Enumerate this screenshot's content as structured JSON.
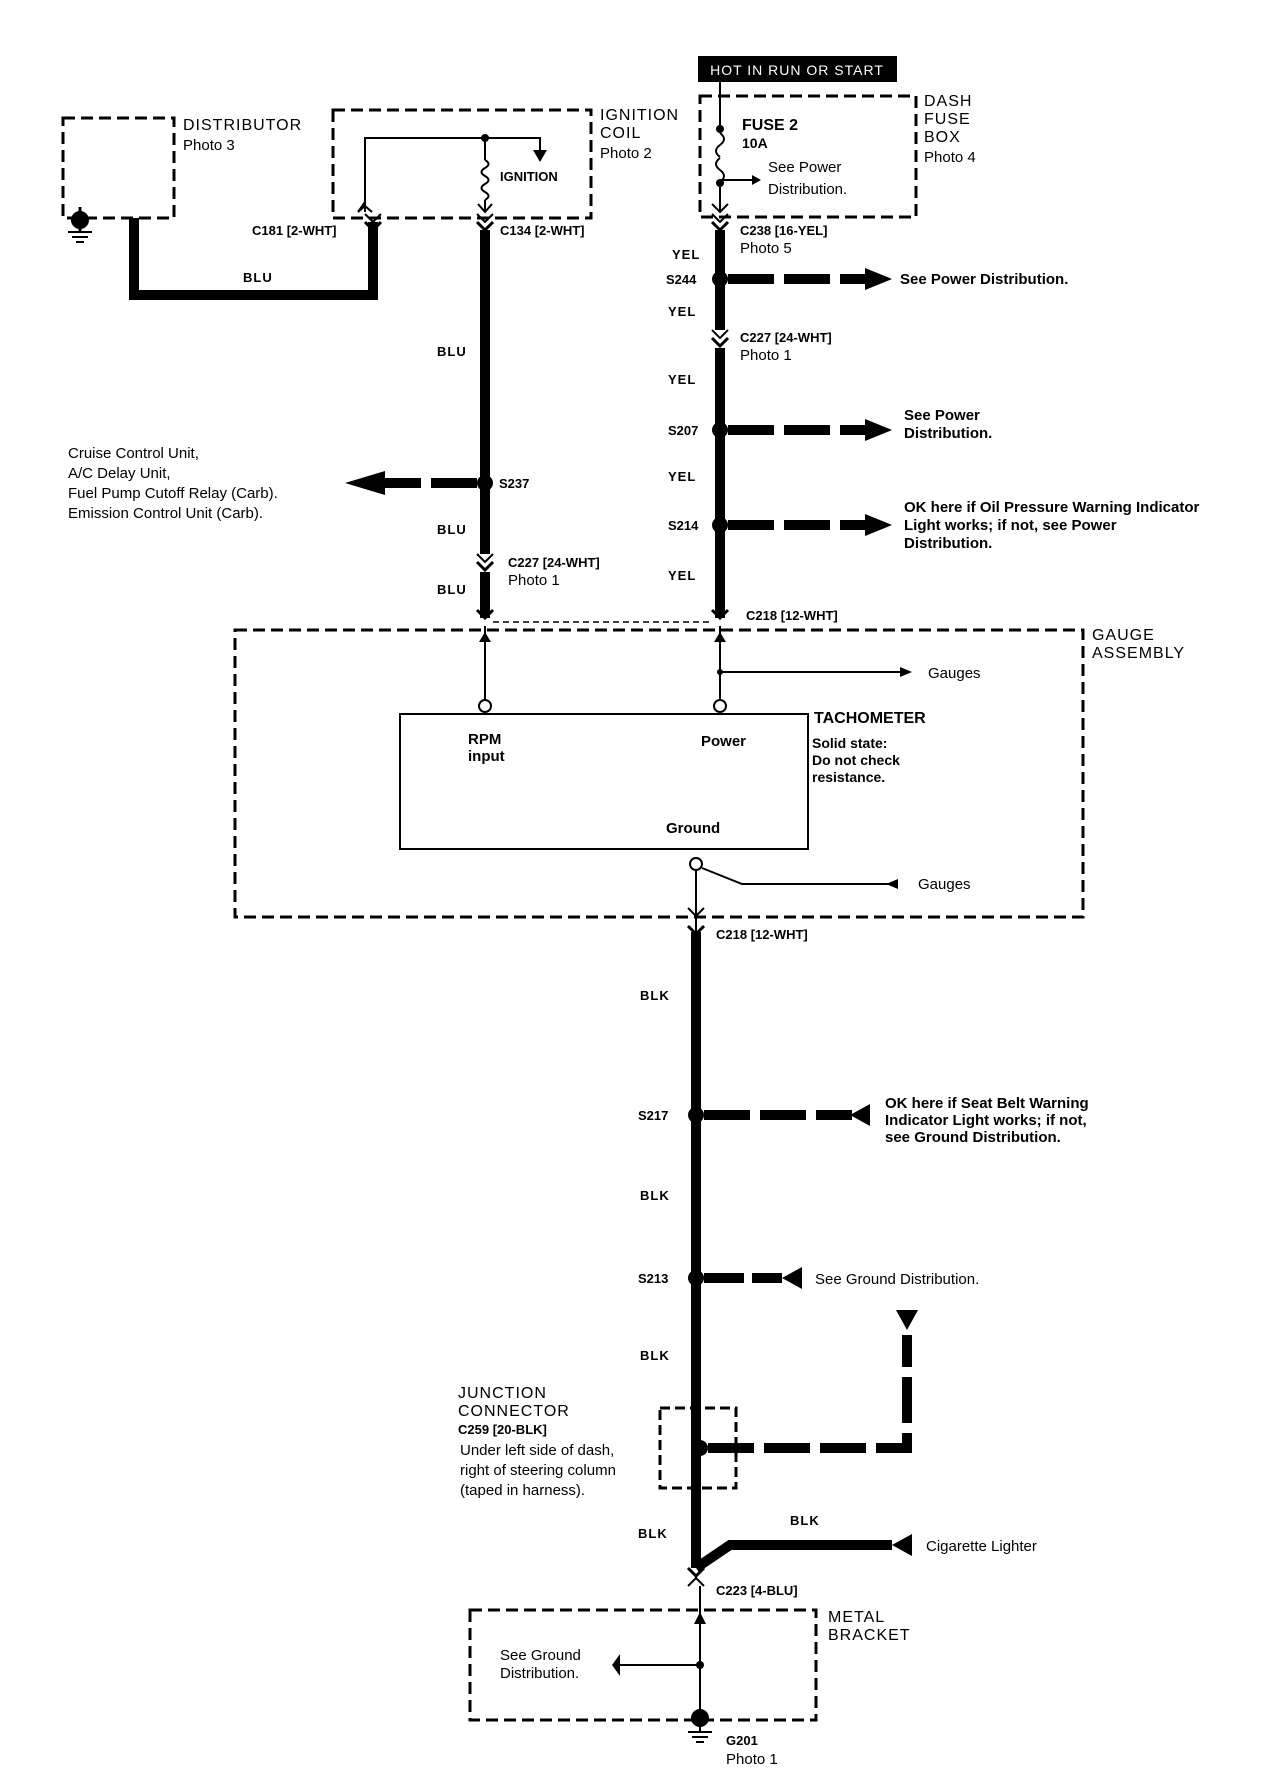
{
  "header_banner": "HOT IN RUN OR START",
  "components": {
    "distributor": {
      "name": "DISTRIBUTOR",
      "photo": "Photo 3"
    },
    "ignition_coil": {
      "name1": "IGNITION",
      "name2": "COIL",
      "photo": "Photo 2",
      "inner_label": "IGNITION"
    },
    "dash_fuse_box": {
      "name1": "DASH",
      "name2": "FUSE",
      "name3": "BOX",
      "photo": "Photo 4",
      "fuse_name": "FUSE 2",
      "fuse_rating": "10A",
      "note1": "See Power",
      "note2": "Distribution."
    },
    "gauge_assembly": {
      "name1": "GAUGE",
      "name2": "ASSEMBLY"
    },
    "tachometer": {
      "name": "TACHOMETER",
      "note1": "Solid state:",
      "note2": "Do not check",
      "note3": "resistance.",
      "pin_rpm1": "RPM",
      "pin_rpm2": "input",
      "pin_power": "Power",
      "pin_ground": "Ground"
    },
    "junction_connector": {
      "name1": "JUNCTION",
      "name2": "CONNECTOR",
      "code": "C259 [20-BLK]",
      "note1": "Under left side of dash,",
      "note2": "right of steering column",
      "note3": "(taped in harness)."
    },
    "metal_bracket": {
      "name1": "METAL",
      "name2": "BRACKET"
    },
    "ground": {
      "code": "G201",
      "photo": "Photo 1"
    }
  },
  "connectors": {
    "c181": "C181 [2-WHT]",
    "c134": "C134 [2-WHT]",
    "c238": "C238 [16-YEL]",
    "c238_photo": "Photo 5",
    "c227_right": "C227 [24-WHT]",
    "c227_right_photo": "Photo 1",
    "c227_left": "C227 [24-WHT]",
    "c227_left_photo": "Photo 1",
    "c218_top": "C218 [12-WHT]",
    "c218_bottom": "C218 [12-WHT]",
    "c223": "C223 [4-BLU]"
  },
  "splices": {
    "s244": "S244",
    "s207": "S207",
    "s214": "S214",
    "s237": "S237",
    "s217": "S217",
    "s213": "S213"
  },
  "wire_colors": {
    "blu_dist": "BLU",
    "blu_1": "BLU",
    "blu_2": "BLU",
    "blu_3": "BLU",
    "yel_1": "YEL",
    "yel_2": "YEL",
    "yel_3": "YEL",
    "yel_4": "YEL",
    "yel_5": "YEL",
    "blk_1": "BLK",
    "blk_2": "BLK",
    "blk_3": "BLK",
    "blk_4": "BLK",
    "blk_lighter": "BLK"
  },
  "notes": {
    "s244_note": "See Power Distribution.",
    "s207_note1": "See Power",
    "s207_note2": "Distribution.",
    "s214_note1": "OK here if Oil Pressure Warning Indicator",
    "s214_note2": "Light works; if not, see Power",
    "s214_note3": "Distribution.",
    "s237_note1": "Cruise Control Unit,",
    "s237_note2": "A/C Delay Unit,",
    "s237_note3": "Fuel Pump Cutoff Relay (Carb).",
    "s237_note4": "Emission Control Unit (Carb).",
    "gauges_power": "Gauges",
    "gauges_ground": "Gauges",
    "s217_note1": "OK here if Seat Belt Warning",
    "s217_note2": "Indicator Light works; if not,",
    "s217_note3": "see Ground Distribution.",
    "s213_note": "See Ground Distribution.",
    "cigarette": "Cigarette Lighter",
    "bracket_note1": "See Ground",
    "bracket_note2": "Distribution."
  }
}
